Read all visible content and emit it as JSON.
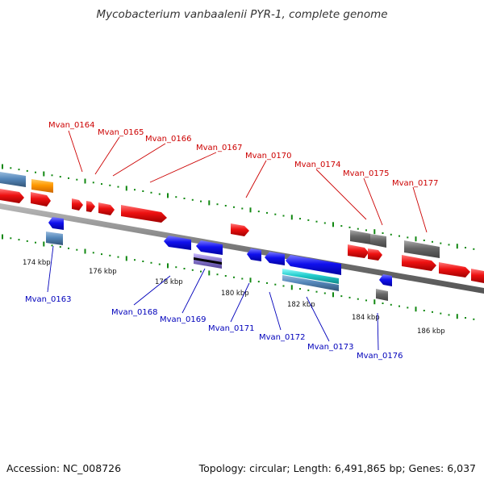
{
  "title": "Mycobacterium vanbaalenii PYR-1, complete genome",
  "footer": {
    "accession": "Accession: NC_008726",
    "summary": "Topology: circular; Length: 6,491,865 bp; Genes: 6,037"
  },
  "colors": {
    "forward_gene": "#ee1111",
    "reverse_gene": "#1111ee",
    "pseudo_gene": "#666666",
    "rna_blue": "#5588bb",
    "orange": "#ff9900",
    "cyan": "#22cccc",
    "purple": "#8877cc",
    "axis": "#777777",
    "tick": "#118811",
    "forward_label": "#cc0000",
    "reverse_label": "#0000bb"
  },
  "kbp_labels": [
    "174 kbp",
    "176 kbp",
    "178 kbp",
    "180 kbp",
    "182 kbp",
    "184 kbp",
    "186 kbp"
  ],
  "forward_labels": [
    "Mvan_0164",
    "Mvan_0165",
    "Mvan_0166",
    "Mvan_0167",
    "Mvan_0170",
    "Mvan_0174",
    "Mvan_0175",
    "Mvan_0177"
  ],
  "reverse_labels": [
    "Mvan_0163",
    "Mvan_0168",
    "Mvan_0169",
    "Mvan_0171",
    "Mvan_0172",
    "Mvan_0173",
    "Mvan_0176"
  ]
}
